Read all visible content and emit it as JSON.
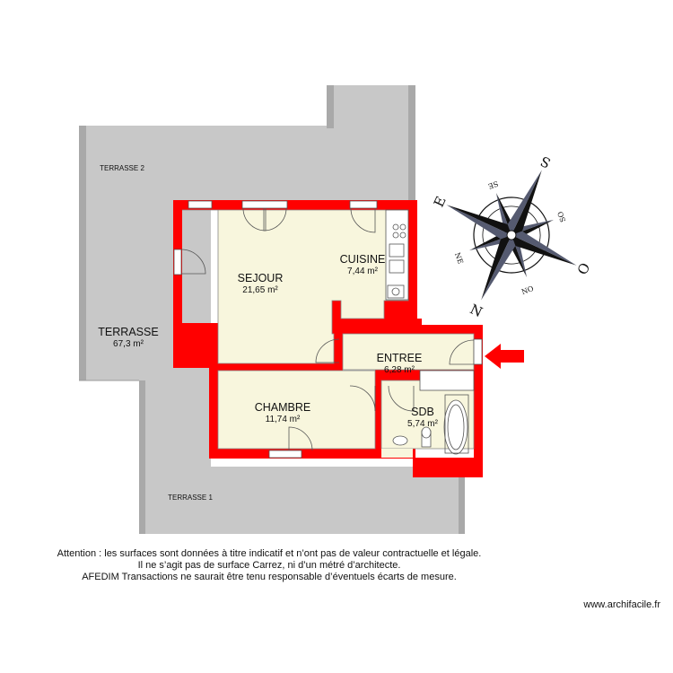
{
  "rooms": {
    "sejour": {
      "name": "SEJOUR",
      "area": "21,65 m²"
    },
    "cuisine": {
      "name": "CUISINE",
      "area": "7,44 m²"
    },
    "entree": {
      "name": "ENTREE",
      "area": "6,28 m²"
    },
    "chambre": {
      "name": "CHAMBRE",
      "area": "11,74 m²"
    },
    "sdb": {
      "name": "SDB",
      "area": "5,74 m²"
    }
  },
  "terraces": {
    "terrasse": {
      "name": "TERRASSE",
      "area": "67,3 m²"
    },
    "terrasse_1": {
      "name": "TERRASSE 1"
    },
    "terrasse_2": {
      "name": "TERRASSE 2"
    }
  },
  "compass": {
    "north": "N",
    "south": "S",
    "east": "E",
    "west": "O",
    "northeast": "NE",
    "northwest": "NO",
    "southeast": "SE",
    "southwest": "SO"
  },
  "notice": {
    "line1": "Attention : les surfaces sont données à titre indicatif et n’ont pas de valeur contractuelle et légale.",
    "line2": "Il ne s’agit pas de surface Carrez, ni d’un métré d’architecte.",
    "line3": "AFEDIM Transactions ne saurait être tenu responsable d’éventuels écarts de mesure."
  },
  "footer": {
    "website": "www.archifacile.fr"
  },
  "colors": {
    "wall": "#ff0000",
    "floor": "#f8f6dd",
    "terrace": "#c8c8c8",
    "terrace_edge": "#9a9a9a",
    "compass_dark": "#111111",
    "compass_light": "#555a70"
  }
}
